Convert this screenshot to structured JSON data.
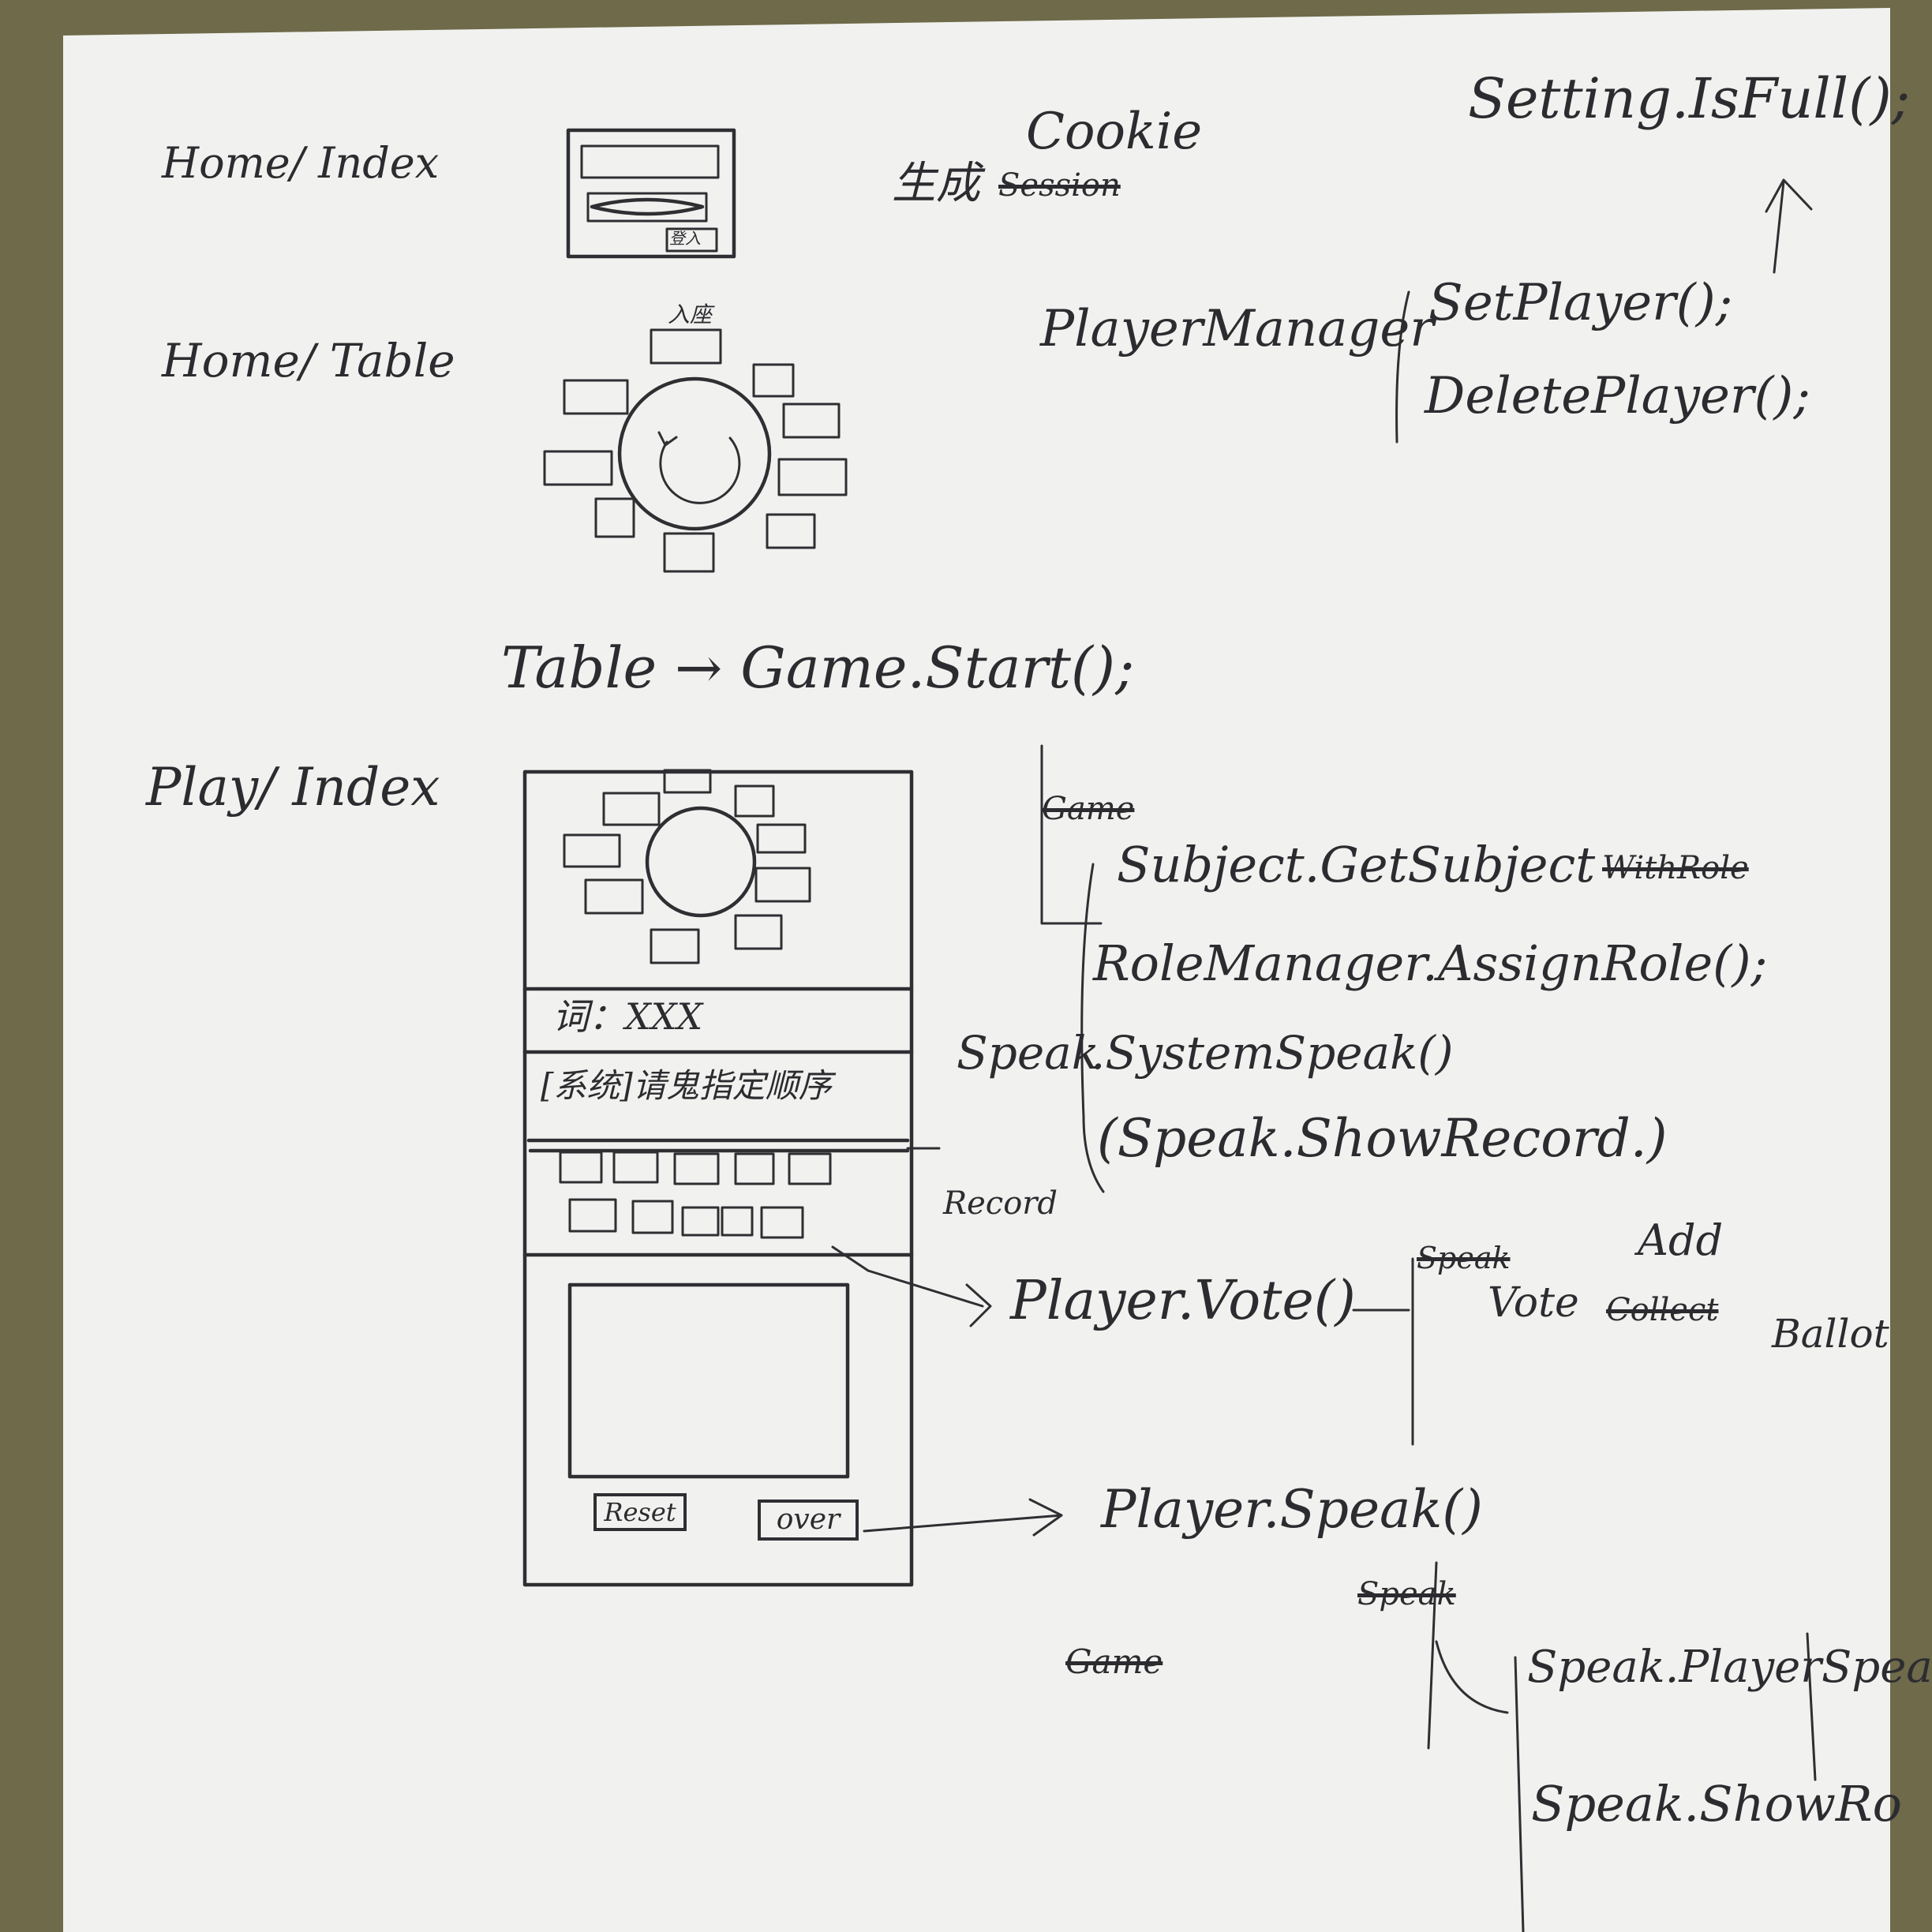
{
  "colors": {
    "ink": "#2f2f33",
    "paper": "#f1f2ef",
    "table_surface": "#6e6a4a"
  },
  "labels": {
    "home_index": "Home/ Index",
    "home_table": "Home/ Table",
    "play_index": "Play/ Index",
    "enter_seat": "入座",
    "login_button": "登入"
  },
  "notes": {
    "generate": "生成",
    "cookie": "Cookie",
    "session": "Session",
    "setting_isfull": "Setting.IsFull();",
    "player_manager": "PlayerManager",
    "set_player": "SetPlayer();",
    "delete_player": "DeletePlayer();",
    "table_to_game": "Table → Game.Start();",
    "game": "Game",
    "subject_get": "Subject.GetSubject",
    "with_role": "WithRole",
    "role_manager": "RoleManager.AssignRole();",
    "speak_prefix": "Speak",
    "system_speak": ".SystemSpeak()",
    "speak_show_record": "(Speak.ShowRecord.)",
    "record": "Record",
    "player_vote": "Player.Vote()",
    "speak_struck": "Speak",
    "vote": "Vote",
    "add": "Add",
    "collect": "Collect",
    "ballot": "Ballot",
    "player_speak": "Player.Speak()",
    "speak_struck2": "Speak",
    "game_struck": "Game",
    "speak_player_speak": "Speak.PlayerSpeak()",
    "speak_show_record2": "Speak.ShowRo"
  },
  "mockup": {
    "word_row": "词：XXX",
    "system_row": "[系统]请鬼指定顺序",
    "reset_button": "Reset",
    "over_button": "over"
  }
}
